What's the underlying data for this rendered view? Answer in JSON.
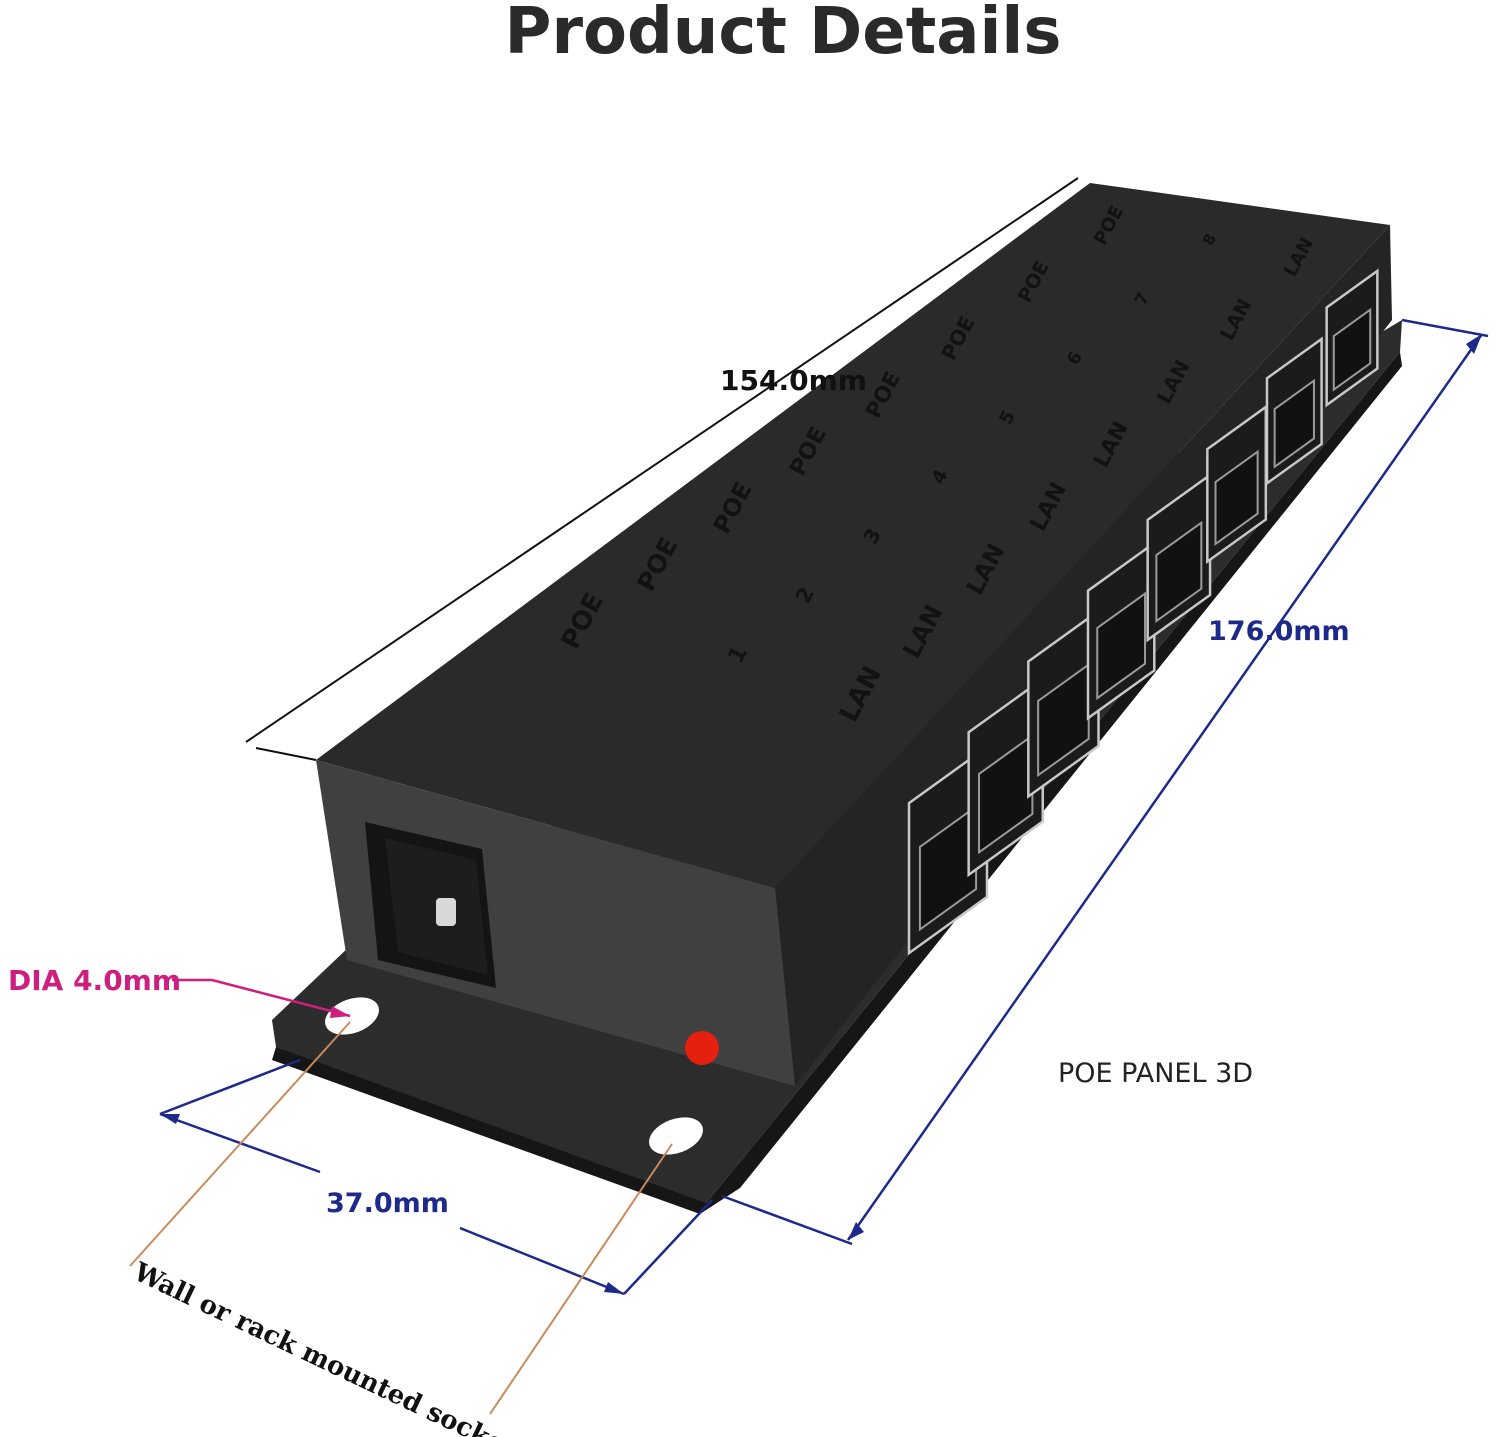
{
  "title": "Product Details",
  "dimensions": {
    "length": "154.0mm",
    "width_total": "176.0mm",
    "depth": "37.0mm",
    "hole_diameter": "DIA 4.0mm"
  },
  "caption": "POE PANEL 3D",
  "mount_note": "Wall or rack mounted socket",
  "top_labels": {
    "poe": [
      "POE",
      "POE",
      "POE",
      "POE",
      "POE",
      "POE",
      "POE",
      "POE"
    ],
    "numbers": [
      "1",
      "2",
      "3",
      "4",
      "5",
      "6",
      "7",
      "8"
    ],
    "lan": [
      "LAN",
      "LAN",
      "LAN",
      "LAN",
      "LAN",
      "LAN",
      "LAN",
      "LAN"
    ]
  },
  "colors": {
    "dimension_blue": "#1e2a8a",
    "dimension_magenta": "#cc1f7e",
    "leader_orange": "#c98b5a",
    "led_red": "#e5200f",
    "body_dark": "#2b2b2b"
  }
}
